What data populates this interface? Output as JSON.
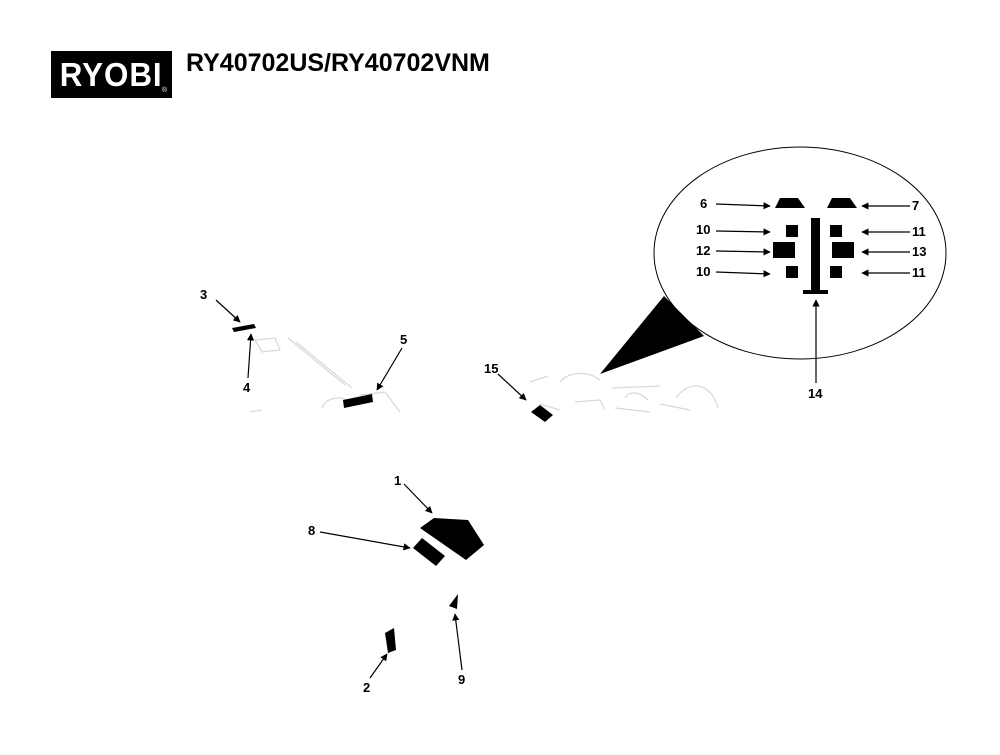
{
  "header": {
    "logo_text": "RYOBI",
    "logo_reg": "®",
    "model": "RY40702US/RY40702VNM"
  },
  "diagram": {
    "callouts": {
      "c1": "1",
      "c2": "2",
      "c3": "3",
      "c4": "4",
      "c5": "5",
      "c6": "6",
      "c7": "7",
      "c8": "8",
      "c9": "9",
      "c10a": "10",
      "c10b": "10",
      "c11a": "11",
      "c11b": "11",
      "c12": "12",
      "c13": "13",
      "c14": "14",
      "c15": "15"
    }
  }
}
